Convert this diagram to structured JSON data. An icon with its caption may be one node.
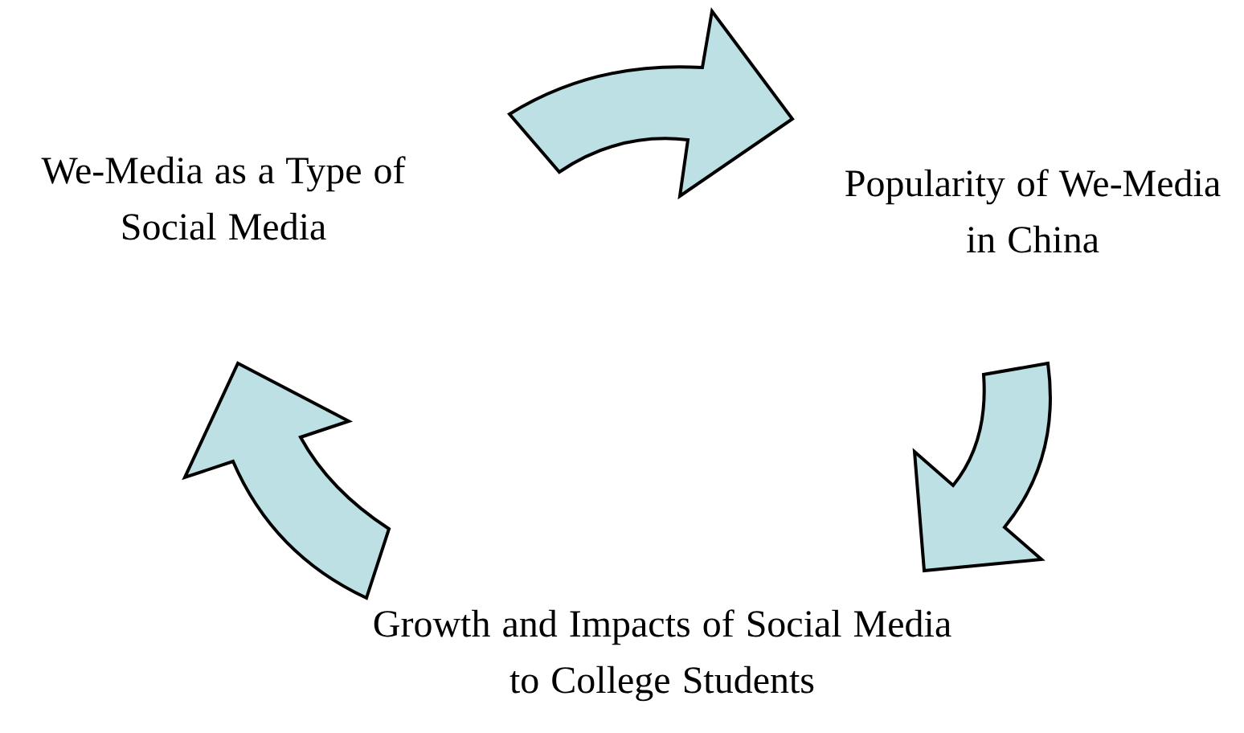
{
  "diagram": {
    "nodes": [
      {
        "text": [
          "We-Media as a Type of Social Media"
        ]
      },
      {
        "text": [
          "Popularity of We-Media in China"
        ]
      },
      {
        "text": [
          "Growth and Impacts of Social Media to College Students"
        ]
      }
    ],
    "edges": [
      {
        "from": 0,
        "to": 1,
        "arrow": "to"
      },
      {
        "from": 1,
        "to": 2,
        "arrow": "to"
      },
      {
        "from": 2,
        "to": 0,
        "arrow": "to"
      }
    ]
  }
}
